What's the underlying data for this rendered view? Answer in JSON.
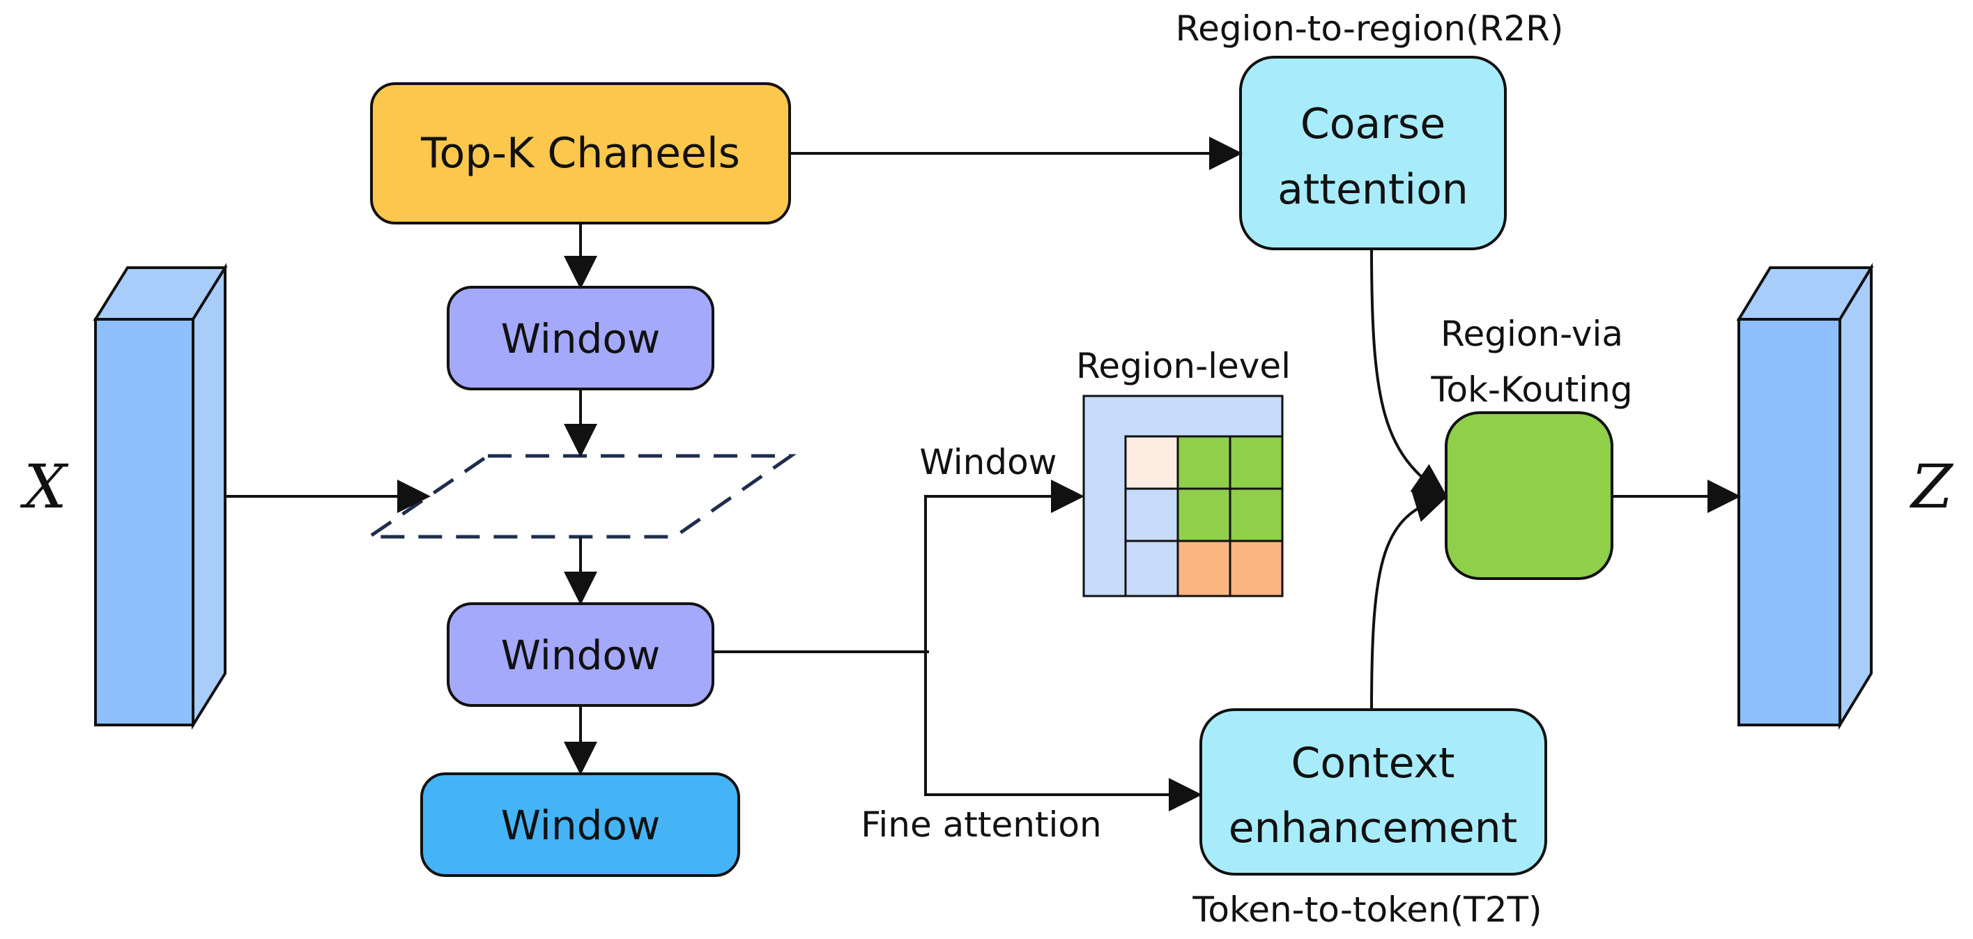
{
  "labels": {
    "r2r": "Region-to-region(R2R)",
    "coarse_l1": "Coarse",
    "coarse_l2": "attention",
    "topk": "Top-K Chaneels",
    "window1": "Window",
    "window2": "Window",
    "window3": "Window",
    "region_level": "Region-level",
    "window_arrow": "Window",
    "region_via_l1": "Region-via",
    "region_via_l2": "Tok-Kouting",
    "fine_attention": "Fine attention",
    "context_l1": "Context",
    "context_l2": "enhancement",
    "t2t": "Token-to-token(T2T)",
    "input_x": "X",
    "output_z": "Z"
  },
  "colors": {
    "topk": "#fbc74d",
    "window_lavender": "#a5a9fc",
    "window_blue": "#45b4f7",
    "coarse": "#a8ecfb",
    "context": "#a8ecfb",
    "routing": "#8fcf4a",
    "tensor_front": "#8fbffc",
    "tensor_side": "#a9cdfb",
    "grid_bg": "#c7dcfa",
    "grid_green": "#8fcf4a",
    "grid_orange": "#fbb580",
    "grid_peach": "#fdece2"
  }
}
